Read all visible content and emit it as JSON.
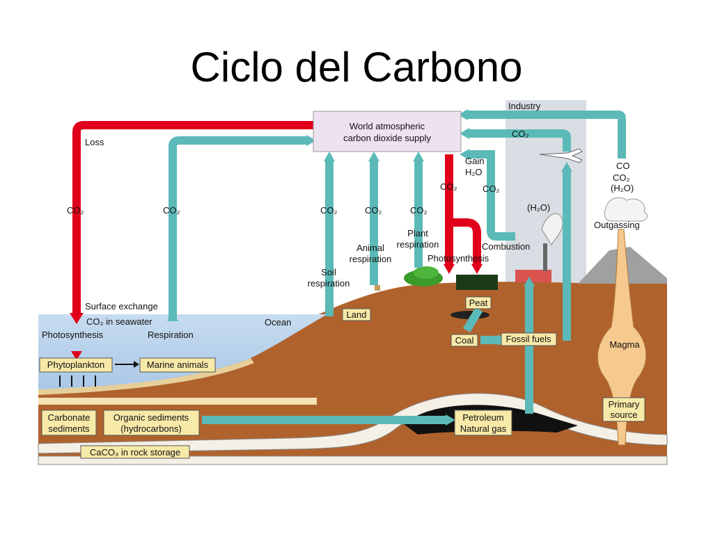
{
  "slide": {
    "title": "Ciclo del Carbono"
  },
  "atmosphere": {
    "line1": "World atmospheric",
    "line2": "carbon dioxide supply"
  },
  "labels": {
    "industry": "Industry",
    "loss": "Loss",
    "co2": "CO₂",
    "gain": "Gain",
    "h2o": "H₂O",
    "h2o_paren": "(H₂O)",
    "co": "CO",
    "outgassing": "Outgassing",
    "combustion": "Combustion",
    "photosynthesis": "Photosynthesis",
    "plant_respiration_1": "Plant",
    "plant_respiration_2": "respiration",
    "animal_respiration_1": "Animal",
    "animal_respiration_2": "respiration",
    "soil_respiration_1": "Soil",
    "soil_respiration_2": "respiration",
    "surface_exchange": "Surface exchange",
    "co2_in_seawater": "CO₂ in seawater",
    "ocean": "Ocean",
    "land": "Land",
    "ocean_photosynthesis": "Photosynthesis",
    "respiration": "Respiration"
  },
  "boxes": {
    "peat": "Peat",
    "coal": "Coal",
    "fossil_fuels": "Fossil fuels",
    "magma": "Magma",
    "phytoplankton": "Phytoplankton",
    "marine_animals": "Marine animals",
    "carbonate_1": "Carbonate",
    "carbonate_2": "sediments",
    "organic_1": "Organic sediments",
    "organic_2": "(hydrocarbons)",
    "petroleum_1": "Petroleum",
    "petroleum_2": "Natural gas",
    "primary_1": "Primary",
    "primary_2": "source",
    "caco3": "CaCO₃ in rock storage"
  },
  "colors": {
    "red_flow": "#e0001b",
    "teal_flow": "#5bbab8",
    "ocean": "#b9d5ec",
    "land": "#b0622d",
    "label_box": "#f7e9a8",
    "atmosphere_box": "#eee1f0",
    "industry_band": "#d9dde4",
    "magma": "#f6c98f"
  }
}
